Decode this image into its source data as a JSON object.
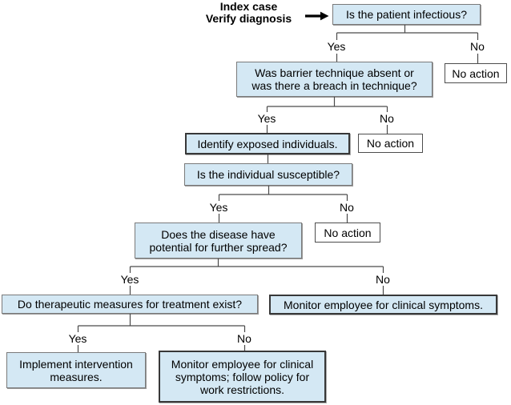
{
  "index_label": {
    "lines": [
      "Index case",
      "Verify diagnosis"
    ]
  },
  "branch": {
    "yes": "Yes",
    "no": "No"
  },
  "nodes": {
    "q_infectious": {
      "text": "Is the patient infectious?"
    },
    "no_action_1": {
      "text": "No action"
    },
    "q_barrier": {
      "lines": [
        "Was barrier technique absent or",
        "was there a breach in technique?"
      ]
    },
    "identify_exposed": {
      "text": "Identify exposed individuals."
    },
    "no_action_2": {
      "text": "No action"
    },
    "q_susceptible": {
      "text": "Is the individual susceptible?"
    },
    "q_spread": {
      "lines": [
        "Does the disease have",
        "potential for further spread?"
      ]
    },
    "no_action_3": {
      "text": "No action"
    },
    "q_therapeutic": {
      "text": "Do therapeutic measures for treatment exist?"
    },
    "monitor_symptoms": {
      "text": "Monitor employee for clinical symptoms."
    },
    "implement_intervention": {
      "lines": [
        "Implement intervention",
        "measures."
      ]
    },
    "monitor_restrictions": {
      "lines": [
        "Monitor employee for clinical",
        "symptoms; follow policy for",
        "work restrictions."
      ]
    }
  },
  "colors": {
    "box_fill": "#d4e8f4",
    "box_border_thin": "#7a7a7a",
    "box_border_thick": "#383838",
    "no_action_border": "#4d4d4d",
    "connector_line": "#4a4a4a",
    "arrow": "#000000",
    "text": "#000000"
  },
  "icons": {
    "arrow": "right-arrow"
  }
}
